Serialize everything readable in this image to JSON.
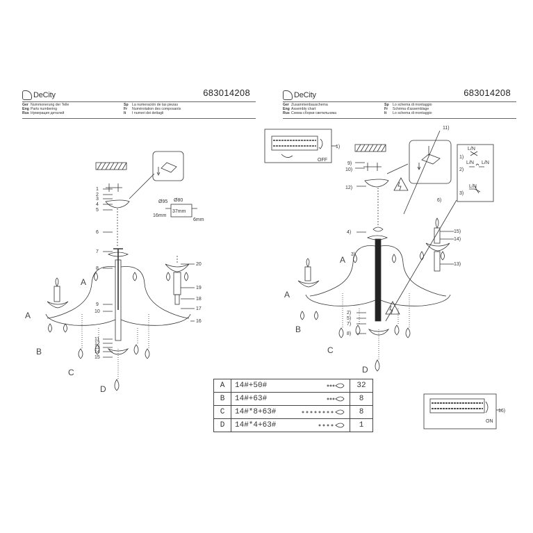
{
  "left_panel": {
    "brand": "DeCity",
    "doc_id": "683014208",
    "header_col1": [
      {
        "lang": "Ger",
        "text": "Nummonerung der Telle"
      },
      {
        "lang": "Eng",
        "text": "Parts numbering"
      },
      {
        "lang": "Rus",
        "text": "Нумерация деталей"
      }
    ],
    "header_col2": [
      {
        "lang": "Sp",
        "text": "La numeración de las piezas"
      },
      {
        "lang": "Fr",
        "text": "Numérotation des composants"
      },
      {
        "lang": "It",
        "text": "I numeri dei dettagli"
      }
    ],
    "part_numbers": [
      "1",
      "2",
      "3",
      "4",
      "5",
      "6",
      "7",
      "8",
      "9",
      "10",
      "11",
      "12",
      "13",
      "14",
      "15",
      "16",
      "17",
      "18",
      "19",
      "20"
    ],
    "crystal_labels": [
      "A",
      "A",
      "B",
      "C",
      "D"
    ],
    "dimensions": {
      "d1": "Ø95",
      "d2": "Ø80",
      "d3": "37mm",
      "d4": "16mm",
      "d5": "6mm"
    }
  },
  "right_panel": {
    "brand": "DeCity",
    "doc_id": "683014208",
    "header_col1": [
      {
        "lang": "Ger",
        "text": "Zusammenbauschema"
      },
      {
        "lang": "Eng",
        "text": "Assembly chart"
      },
      {
        "lang": "Rus",
        "text": "Схема сборки светильника"
      }
    ],
    "header_col2": [
      {
        "lang": "Sp",
        "text": "Lo schema di montaggio"
      },
      {
        "lang": "Fr",
        "text": "Schéma d'assemblage"
      },
      {
        "lang": "It",
        "text": "Lo schema di montaggio"
      }
    ],
    "step_labels": {
      "s1": "1)",
      "s2": "2)",
      "s3": "3)",
      "s4": "4)",
      "s5": "5)",
      "s6": "6)",
      "s7": "7)",
      "s8": "8)",
      "s9": "9)",
      "s10": "10)",
      "s11": "11)",
      "s12": "12)",
      "s13": "13)",
      "s14": "14)",
      "s15": "15)",
      "s16": "16)"
    },
    "switch_off": "OFF",
    "switch_on": "ON",
    "wire_label": "L/N",
    "crystal_labels": [
      "A",
      "A",
      "B",
      "C",
      "D"
    ]
  },
  "parts_table": [
    {
      "code": "A",
      "spec": "14#+50#",
      "qty": "32"
    },
    {
      "code": "B",
      "spec": "14#+63#",
      "qty": "8"
    },
    {
      "code": "C",
      "spec": "14#*8+63#",
      "qty": "8"
    },
    {
      "code": "D",
      "spec": "14#*4+63#",
      "qty": "1"
    }
  ]
}
